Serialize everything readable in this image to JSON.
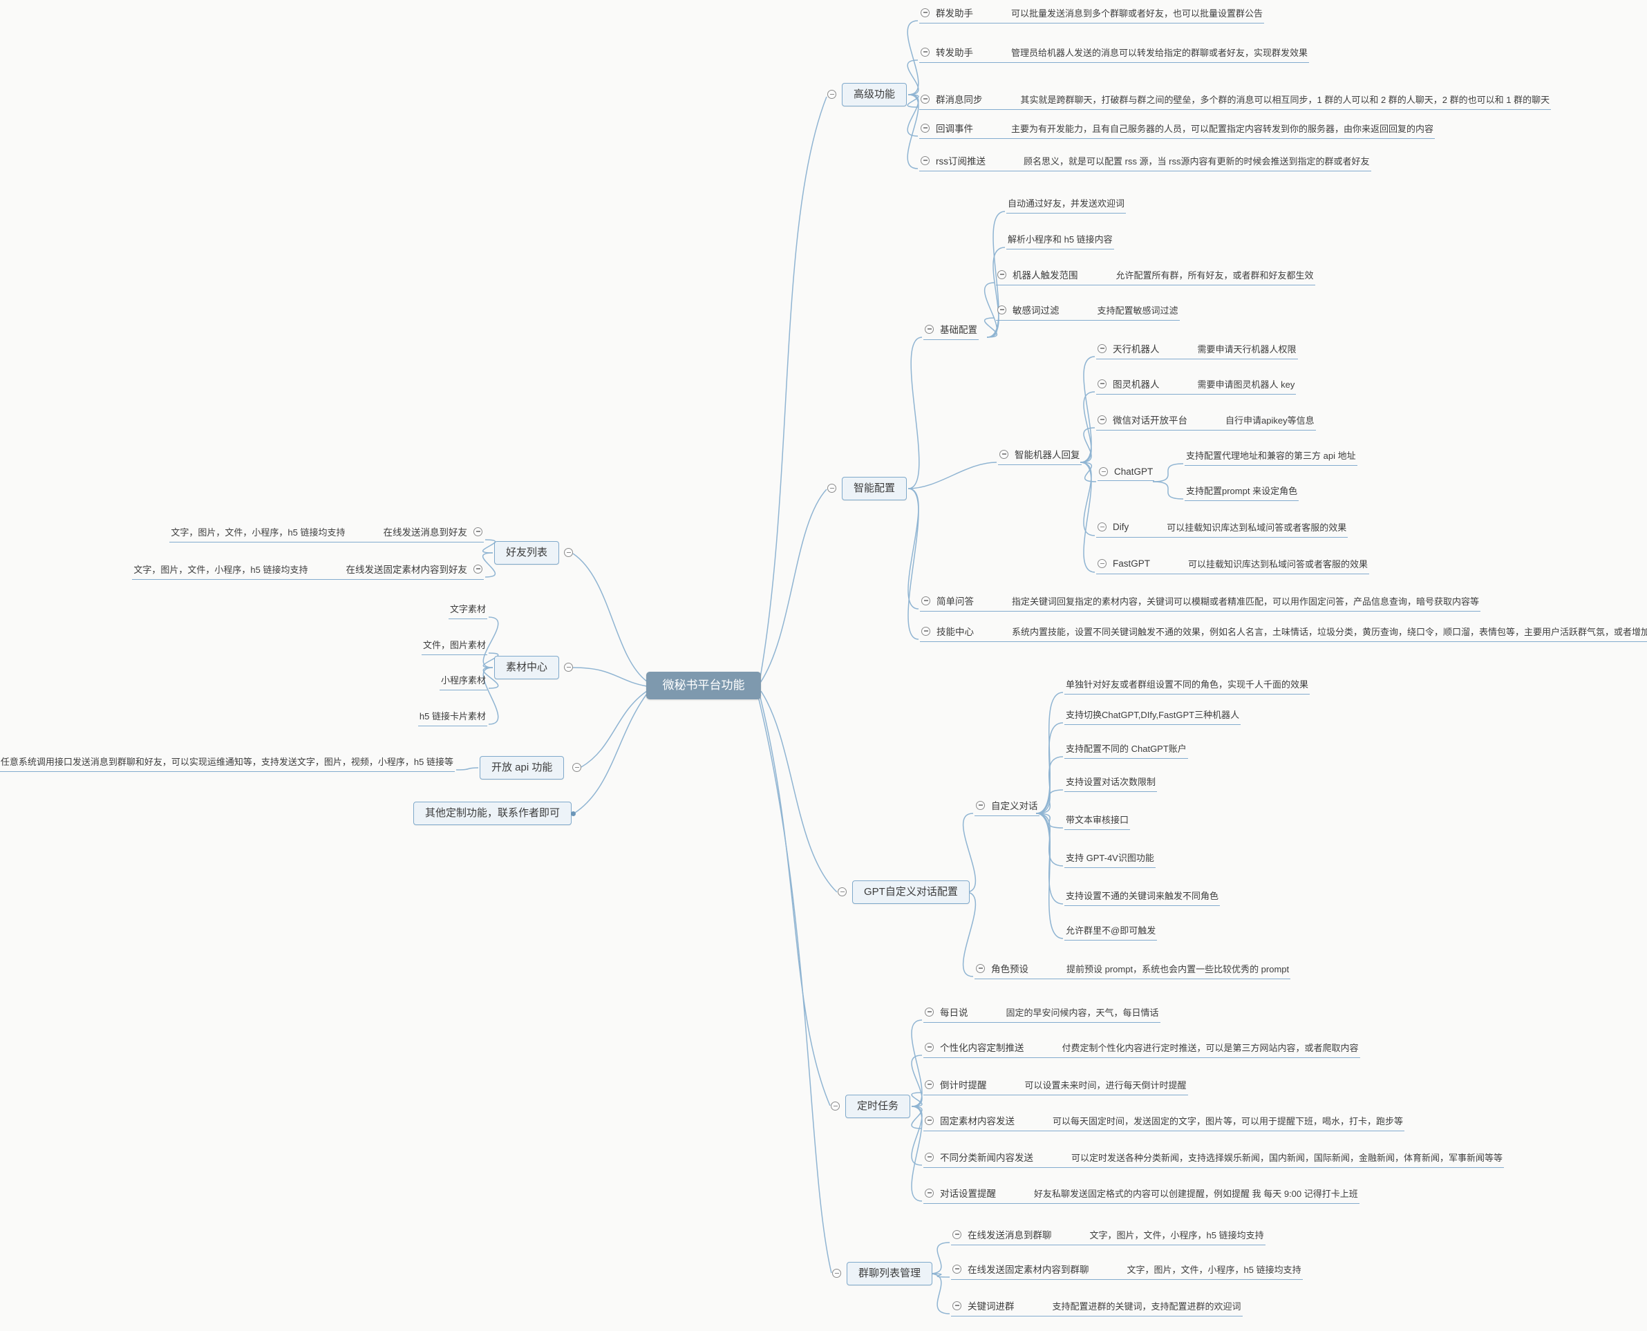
{
  "title": "微秘书平台功能",
  "colors": {
    "accent": "#7fa9cb",
    "center_fill": "#7e99ae",
    "topic_fill": "#edf3f8",
    "line": "#8fb4d2",
    "background": "#fafaf9"
  },
  "center": {
    "label": "微秘书平台功能"
  },
  "branches": [
    {
      "label": "高级功能",
      "children": [
        {
          "label": "群发助手",
          "desc": "可以批量发送消息到多个群聊或者好友，也可以批量设置群公告"
        },
        {
          "label": "转发助手",
          "desc": "管理员给机器人发送的消息可以转发给指定的群聊或者好友，实现群发效果"
        },
        {
          "label": "群消息同步",
          "desc": "其实就是跨群聊天，打破群与群之间的壁垒，多个群的消息可以相互同步，1 群的人可以和 2 群的人聊天，2 群的也可以和 1 群的聊天"
        },
        {
          "label": "回调事件",
          "desc": "主要为有开发能力，且有自己服务器的人员，可以配置指定内容转发到你的服务器，由你来返回回复的内容"
        },
        {
          "label": "rss订阅推送",
          "desc": "顾名思义，就是可以配置 rss 源，当 rss源内容有更新的时候会推送到指定的群或者好友"
        }
      ]
    },
    {
      "label": "智能配置",
      "children": [
        {
          "label": "基础配置",
          "children": [
            {
              "label": "自动通过好友，并发送欢迎词"
            },
            {
              "label": "解析小程序和 h5 链接内容"
            },
            {
              "label": "机器人触发范围",
              "desc": "允许配置所有群，所有好友，或者群和好友都生效"
            },
            {
              "label": "敏感词过滤",
              "desc": "支持配置敏感词过滤"
            }
          ]
        },
        {
          "label": "智能机器人回复",
          "children": [
            {
              "label": "天行机器人",
              "desc": "需要申请天行机器人权限"
            },
            {
              "label": "图灵机器人",
              "desc": "需要申请图灵机器人 key"
            },
            {
              "label": "微信对话开放平台",
              "desc": "自行申请apikey等信息"
            },
            {
              "label": "ChatGPT",
              "children": [
                {
                  "label": "支持配置代理地址和兼容的第三方 api 地址"
                },
                {
                  "label": "支持配置prompt 来设定角色"
                }
              ]
            },
            {
              "label": "Dify",
              "desc": "可以挂载知识库达到私域问答或者客服的效果"
            },
            {
              "label": "FastGPT",
              "desc": "可以挂载知识库达到私域问答或者客服的效果"
            }
          ]
        },
        {
          "label": "简单问答",
          "desc": "指定关键词回复指定的素材内容，关键词可以模糊或者精准匹配，可以用作固定问答，产品信息查询，暗号获取内容等"
        },
        {
          "label": "技能中心",
          "desc": "系统内置技能，设置不同关键词触发不通的效果，例如名人名言，土味情话，垃圾分类，黄历查询，绕口令，顺口溜，表情包等，主要用户活跃群气氛，或者增加趣味性"
        }
      ]
    },
    {
      "label": "好友列表",
      "children": [
        {
          "label": "在线发送消息到好友",
          "desc": "文字，图片，文件，小程序，h5 链接均支持"
        },
        {
          "label": "在线发送固定素材内容到好友",
          "desc": "文字，图片，文件，小程序，h5 链接均支持"
        }
      ]
    },
    {
      "label": "素材中心",
      "children": [
        {
          "label": "文字素材"
        },
        {
          "label": "文件，图片素材"
        },
        {
          "label": "小程序素材"
        },
        {
          "label": "h5 链接卡片素材"
        }
      ]
    },
    {
      "label": "开放 api 功能",
      "desc": "任意系统调用接口发送消息到群聊和好友，可以实现运维通知等，支持发送文字，图片，视频，小程序，h5 链接等"
    },
    {
      "label": "其他定制功能，联系作者即可"
    },
    {
      "label": "GPT自定义对话配置",
      "children": [
        {
          "label": "自定义对话",
          "children": [
            {
              "label": "单独针对好友或者群组设置不同的角色，实现千人千面的效果"
            },
            {
              "label": "支持切换ChatGPT,DIfy,FastGPT三种机器人"
            },
            {
              "label": "支持配置不同的 ChatGPT账户"
            },
            {
              "label": "支持设置对话次数限制"
            },
            {
              "label": "带文本审核接口"
            },
            {
              "label": "支持 GPT-4V识图功能"
            },
            {
              "label": "支持设置不通的关键词来触发不同角色"
            },
            {
              "label": "允许群里不@即可触发"
            }
          ]
        },
        {
          "label": "角色预设",
          "desc": "提前预设 prompt，系统也会内置一些比较优秀的 prompt"
        }
      ]
    },
    {
      "label": "定时任务",
      "children": [
        {
          "label": "每日说",
          "desc": "固定的早安问候内容，天气，每日情话"
        },
        {
          "label": "个性化内容定制推送",
          "desc": "付费定制个性化内容进行定时推送，可以是第三方网站内容，或者爬取内容"
        },
        {
          "label": "倒计时提醒",
          "desc": "可以设置未来时间，进行每天倒计时提醒"
        },
        {
          "label": "固定素材内容发送",
          "desc": "可以每天固定时间，发送固定的文字，图片等，可以用于提醒下班，喝水，打卡，跑步等"
        },
        {
          "label": "不同分类新闻内容发送",
          "desc": "可以定时发送各种分类新闻，支持选择娱乐新闻，国内新闻，国际新闻，金融新闻，体育新闻，军事新闻等等"
        },
        {
          "label": "对话设置提醒",
          "desc": "好友私聊发送固定格式的内容可以创建提醒，例如提醒 我 每天 9:00 记得打卡上班"
        }
      ]
    },
    {
      "label": "群聊列表管理",
      "children": [
        {
          "label": "在线发送消息到群聊",
          "desc": "文字，图片，文件，小程序，h5 链接均支持"
        },
        {
          "label": "在线发送固定素材内容到群聊",
          "desc": "文字，图片，文件，小程序，h5 链接均支持"
        },
        {
          "label": "关键词进群",
          "desc": "支持配置进群的关键词，支持配置进群的欢迎词"
        }
      ]
    }
  ]
}
